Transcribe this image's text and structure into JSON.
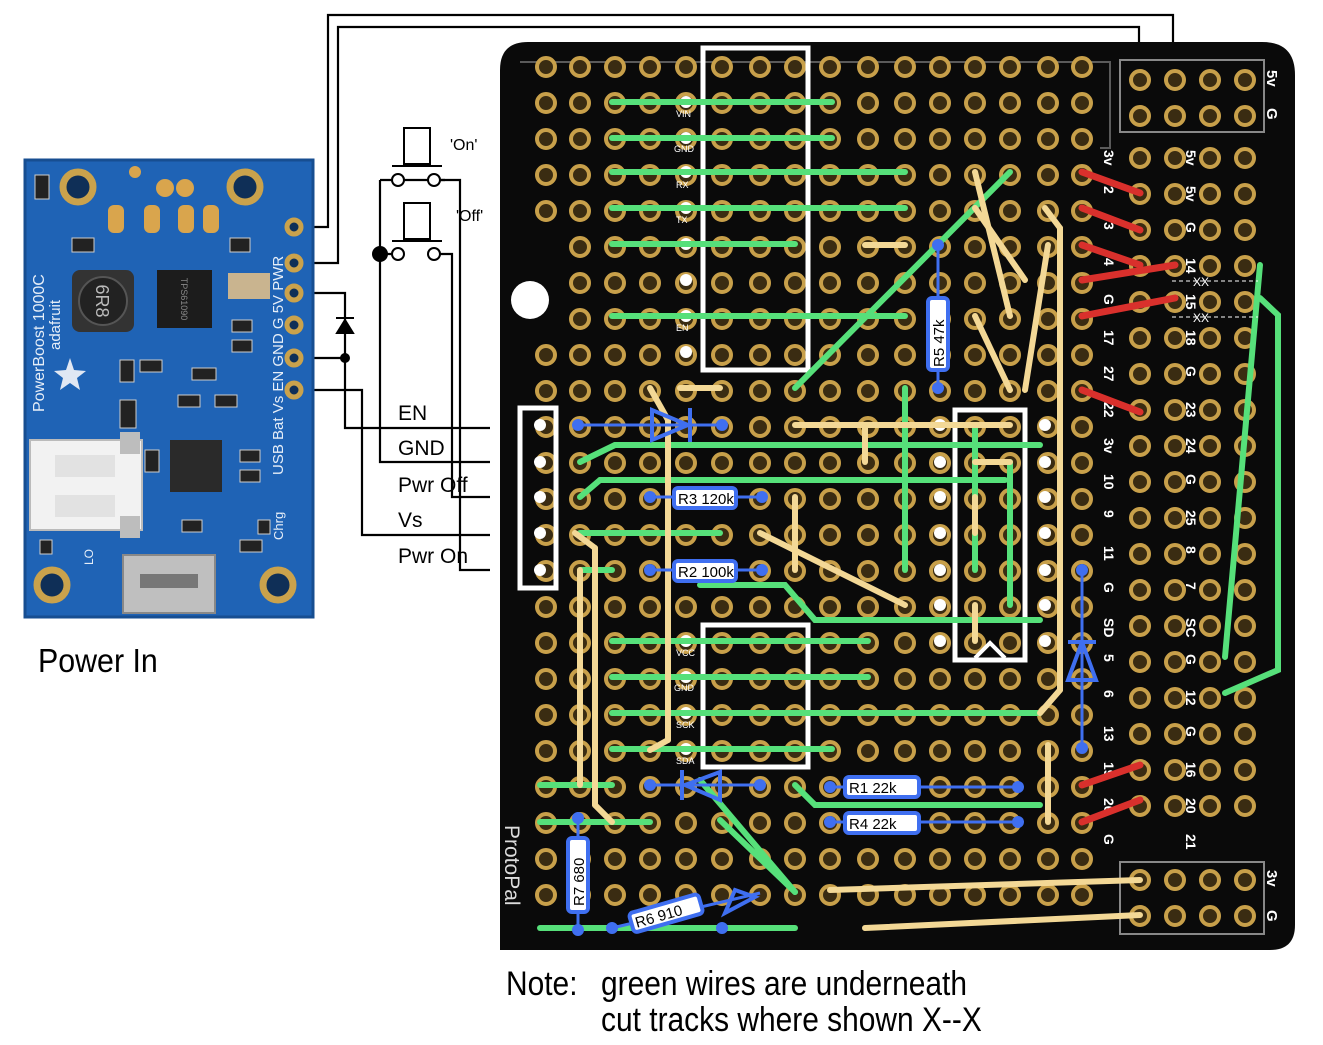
{
  "module": {
    "caption": "Power In",
    "silk_left": "PowerBoost 1000C",
    "silk_brand": "adafruit",
    "silk_pins": "USB Bat Vs EN GND G 5V PWR",
    "inductor_text": "6R8",
    "chip_text": "TPS61090",
    "lo_text": "LO",
    "chrg_text": "Chrg"
  },
  "switches": {
    "on_label": "'On'",
    "off_label": "'Off'"
  },
  "connector_labels": [
    "EN",
    "GND",
    "Pwr Off",
    "Vs",
    "Pwr On"
  ],
  "chip_top_pins": [
    "VIN",
    "GND",
    "RX",
    "TX",
    "EN"
  ],
  "chip_bottom_pins": [
    "VCC",
    "GND",
    "SCK",
    "SDA"
  ],
  "resistors": {
    "r1": "R1 22k",
    "r2": "R2 100k",
    "r3": "R3 120k",
    "r4": "R4 22k",
    "r5": "R5 47k",
    "r6": "R6 910",
    "r7": "R7 680"
  },
  "board": {
    "brand": "ProtoPal",
    "cut_marks": [
      "XX",
      "XX"
    ],
    "gpio_labels": {
      "col_a": [
        "3v",
        "2",
        "3",
        "4",
        "G",
        "17",
        "27",
        "22",
        "3v",
        "10",
        "9",
        "11",
        "G",
        "SD",
        "5",
        "6",
        "13",
        "19",
        "26",
        "G"
      ],
      "col_b": [
        "5v",
        "5v",
        "G",
        "14",
        "15",
        "18",
        "G",
        "23",
        "24",
        "G",
        "25",
        "8",
        "7",
        "SC",
        "G",
        "12",
        "G",
        "16",
        "20",
        "21"
      ]
    },
    "top_header_labels": [
      "5v",
      "G"
    ],
    "bottom_header_labels": [
      "3v",
      "G"
    ]
  },
  "note": {
    "label": "Note:",
    "line1": "green wires are underneath",
    "line2": "cut tracks where shown X--X"
  },
  "colors": {
    "board": "#0a0a0a",
    "pad": "#c8a04a",
    "green_wire": "#56e07a",
    "tan_wire": "#f3d896",
    "red_wire": "#d9302c",
    "blue_wire": "#3f6ff0",
    "module_pcb": "#1f63b5"
  }
}
